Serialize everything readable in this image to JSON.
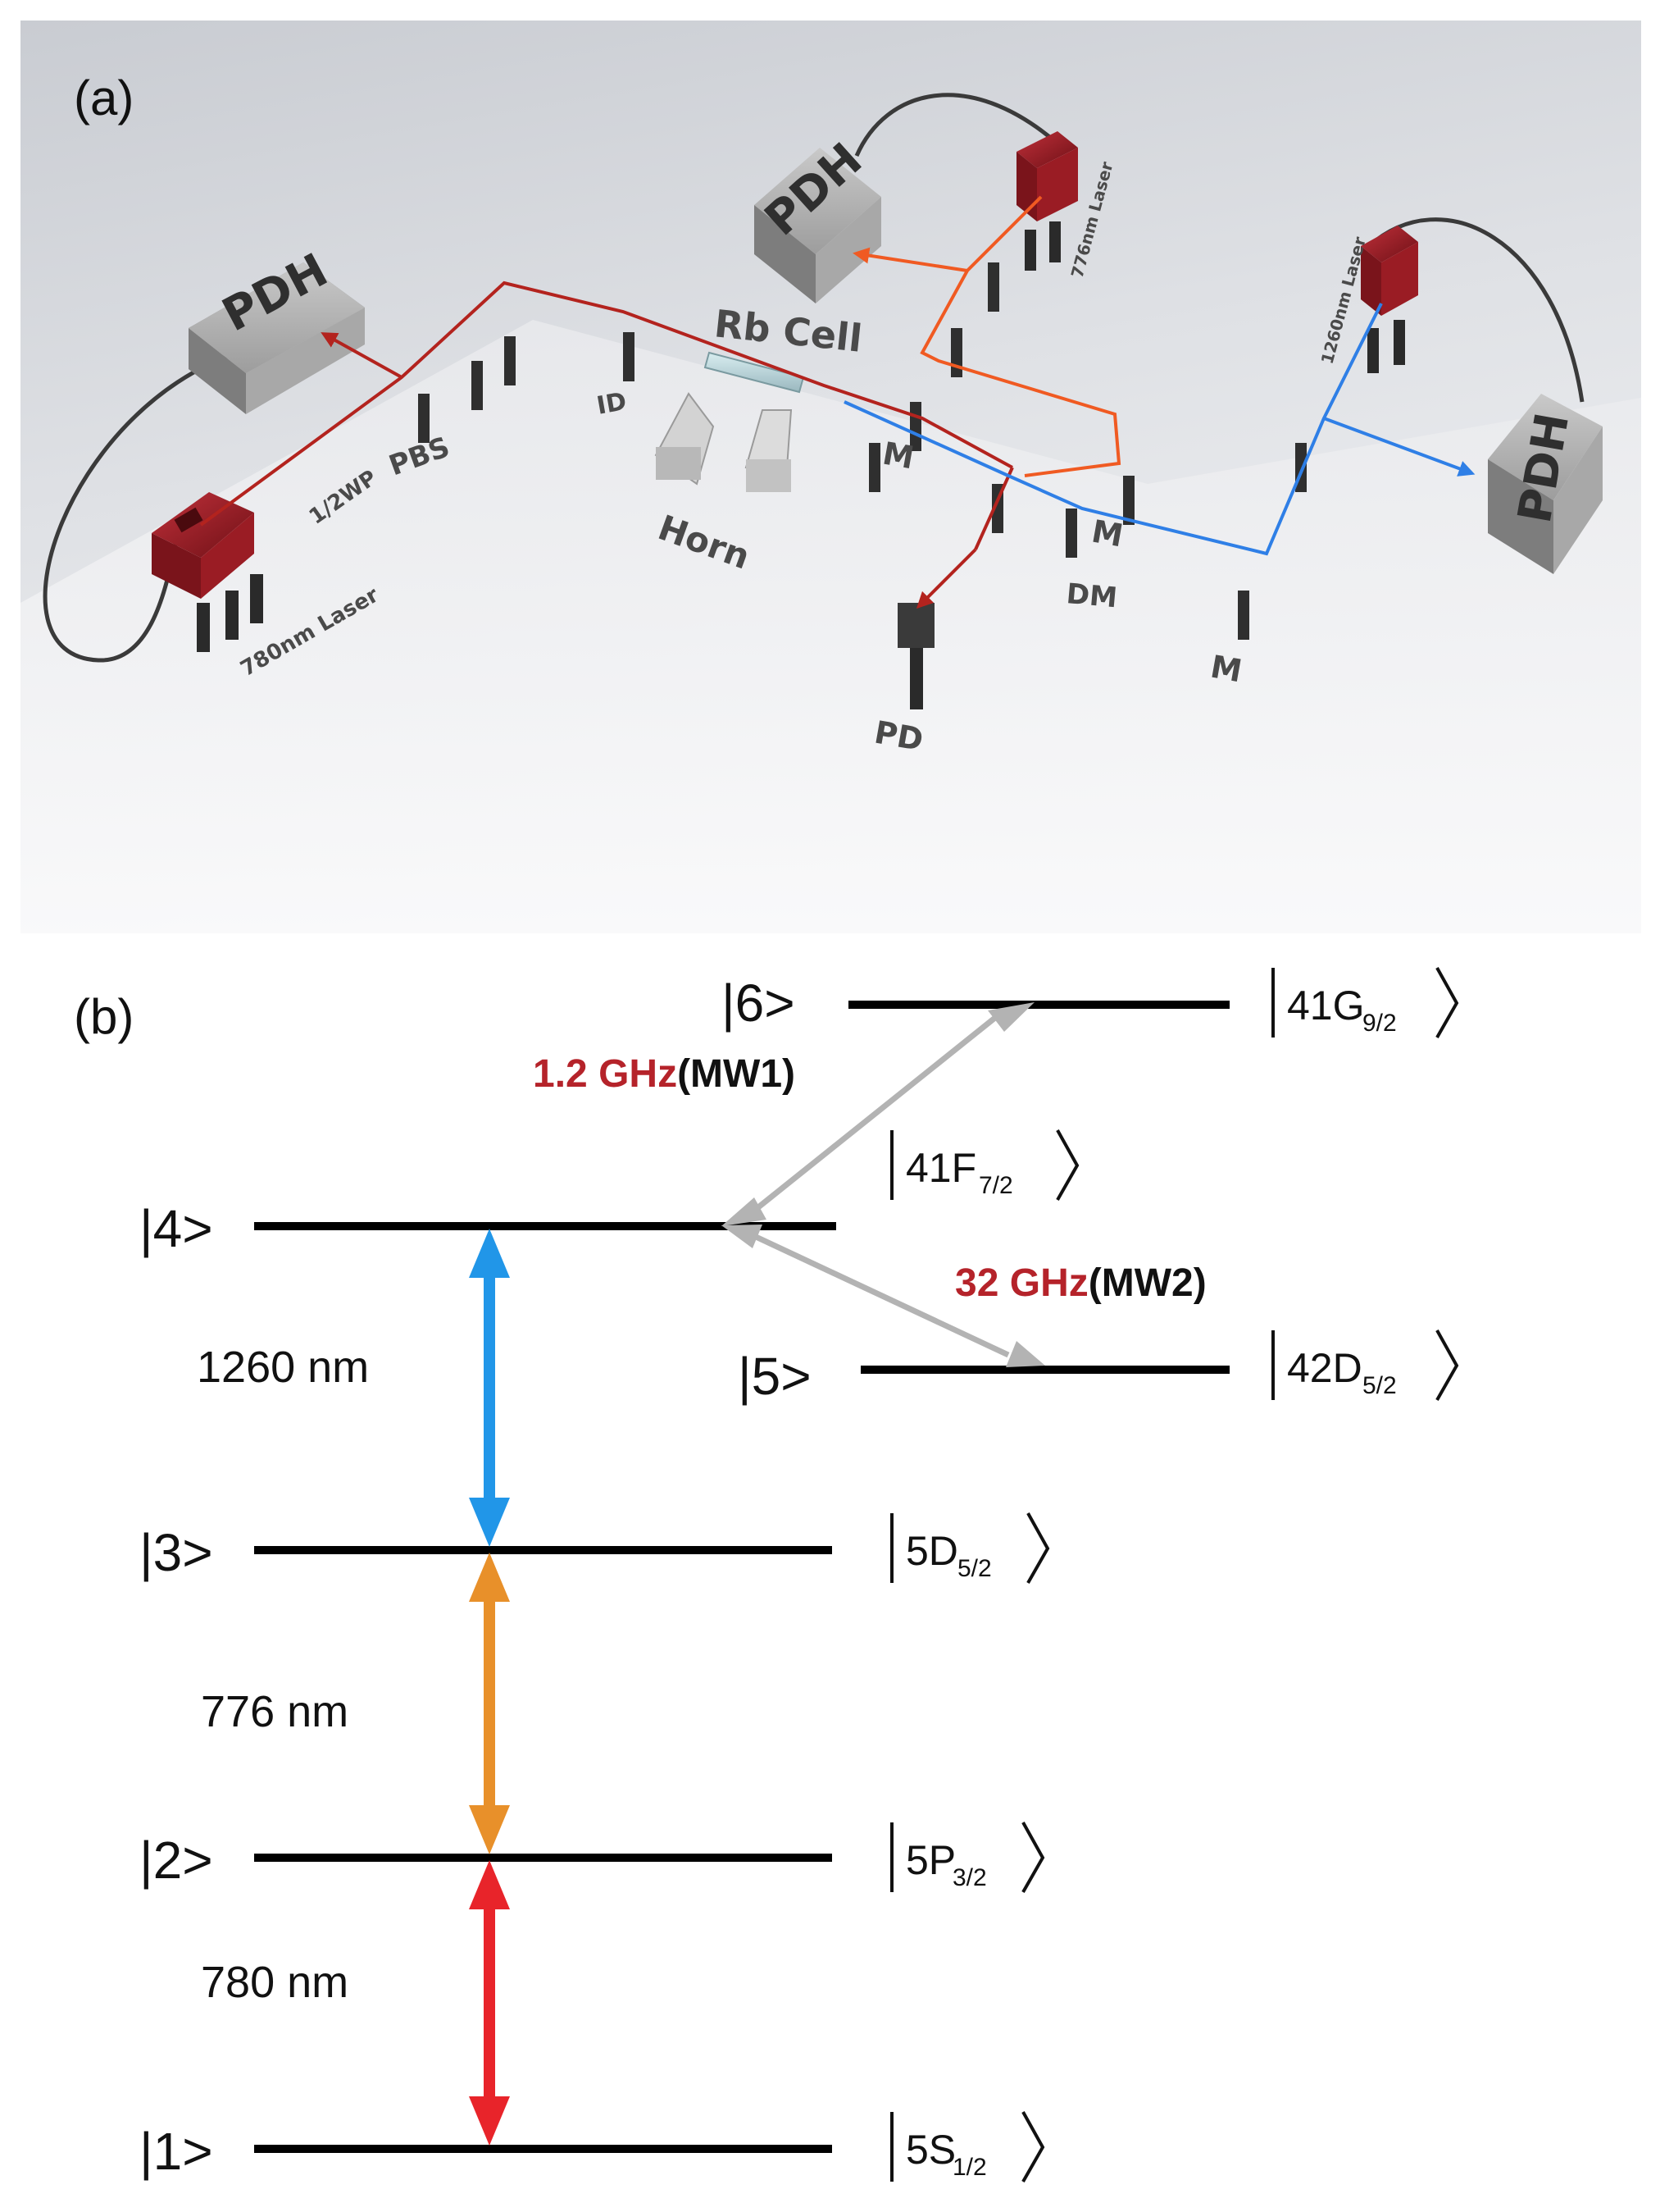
{
  "panel_a": {
    "label": "(a)",
    "pdh_label": "PDH",
    "components": {
      "laser_780": "780nm Laser",
      "laser_776": "776nm Laser",
      "laser_1260": "1260nm Laser",
      "half_wave_plate": "1/2WP",
      "pbs": "PBS",
      "iso": "ID",
      "rb_cell": "Rb Cell",
      "horn": "Horn",
      "mirror": "M",
      "dichroic": "DM",
      "photodiode": "PD"
    },
    "beam_colors": {
      "beam_780": "#b3231e",
      "beam_776": "#f05a22",
      "beam_1260": "#2f7fe6"
    }
  },
  "panel_b": {
    "label": "(b)",
    "levels": [
      {
        "id": "1",
        "label": "|1>",
        "state": "5S",
        "sub": "1/2"
      },
      {
        "id": "2",
        "label": "|2>",
        "state": "5P",
        "sub": "3/2"
      },
      {
        "id": "3",
        "label": "|3>",
        "state": "5D",
        "sub": "5/2"
      },
      {
        "id": "4",
        "label": "|4>",
        "state": "41F",
        "sub": "7/2"
      },
      {
        "id": "5",
        "label": "|5>",
        "state": "42D",
        "sub": "5/2"
      },
      {
        "id": "6",
        "label": "|6>",
        "state": "41G",
        "sub": "9/2"
      }
    ],
    "transitions": [
      {
        "label": "780 nm",
        "color": "#e8242a"
      },
      {
        "label": "776 nm",
        "color": "#e8902a"
      },
      {
        "label": "1260 nm",
        "color": "#2196e8"
      }
    ],
    "microwaves": [
      {
        "freq": "1.2 GHz",
        "name": "(MW1)",
        "color": "#b5232a"
      },
      {
        "freq": "32 GHz",
        "name": "(MW2)",
        "color": "#b5232a"
      }
    ],
    "mw_arrow_color": "#b3b3b3"
  }
}
